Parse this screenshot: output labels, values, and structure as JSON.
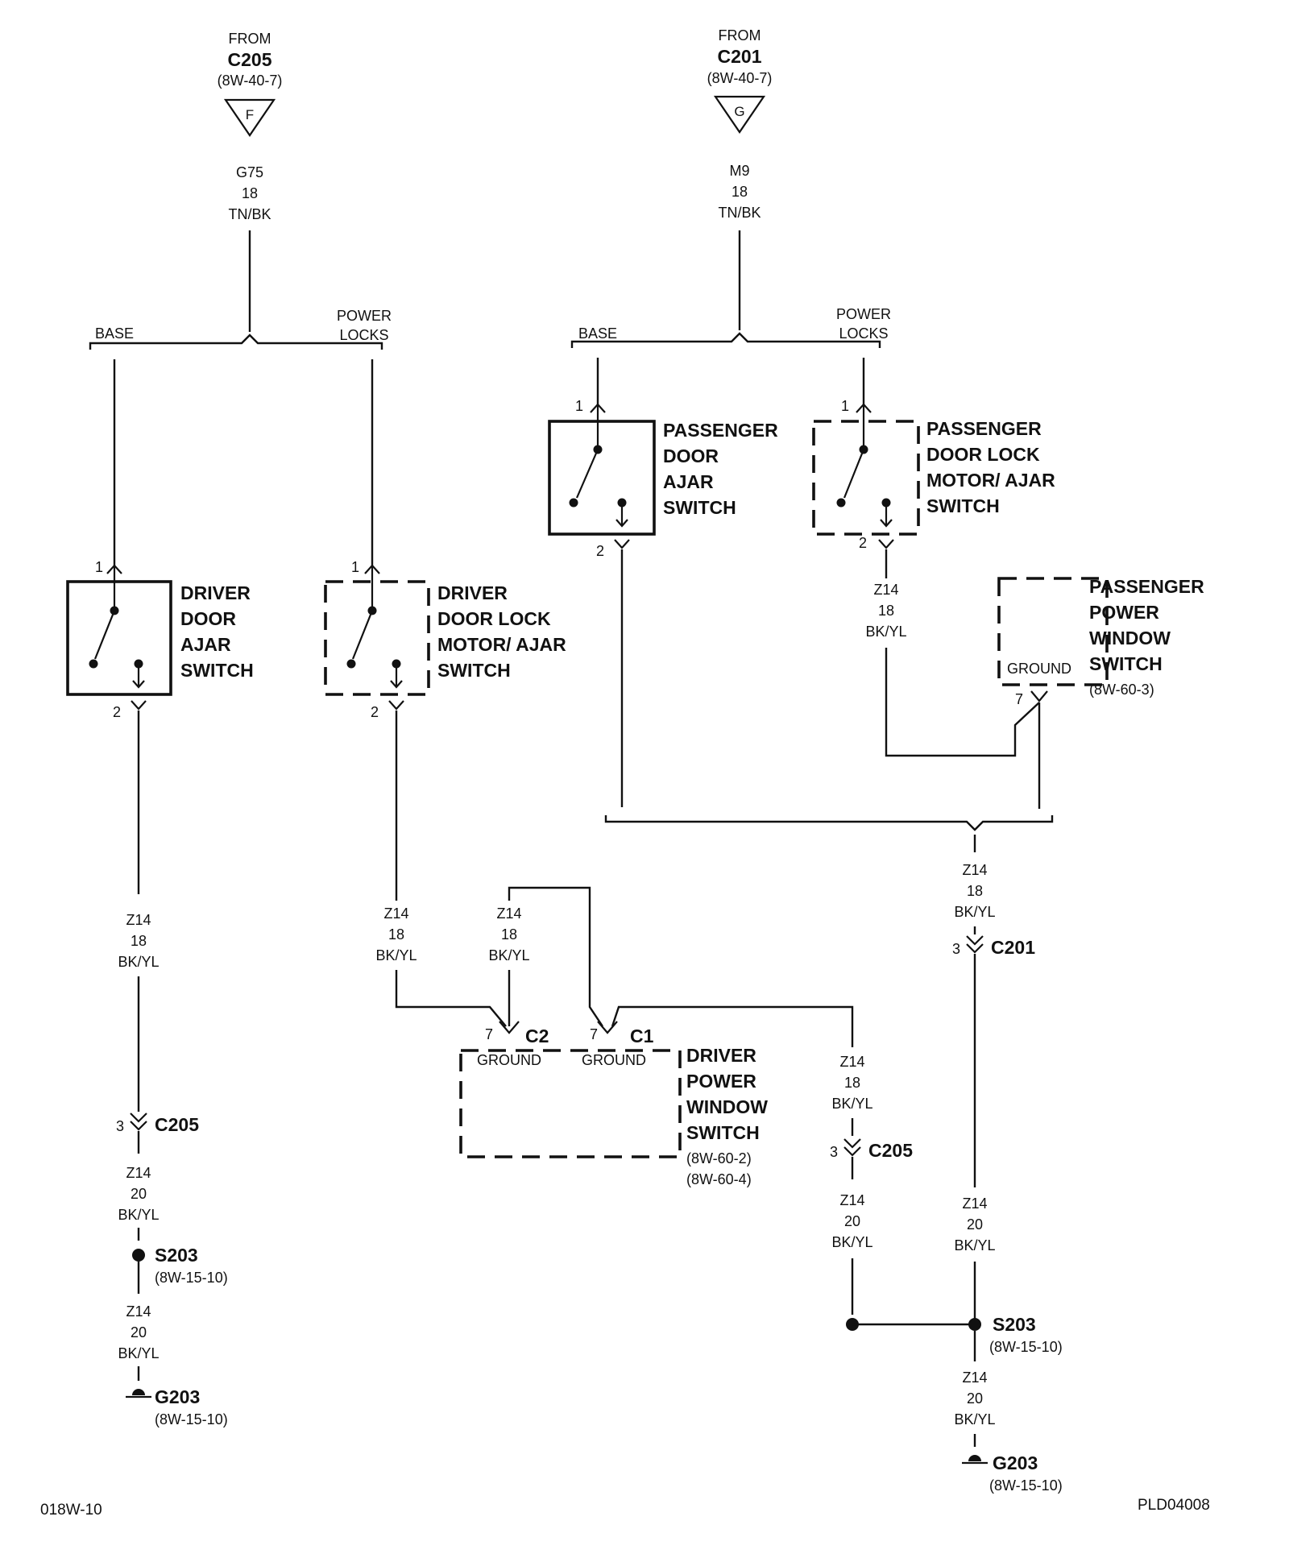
{
  "sources": [
    {
      "from": "FROM",
      "connector": "C205",
      "ref": "(8W-40-7)",
      "pin": "F",
      "circuit": "G75",
      "gauge": "18",
      "color": "TN/BK"
    },
    {
      "from": "FROM",
      "connector": "C201",
      "ref": "(8W-40-7)",
      "pin": "G",
      "circuit": "M9",
      "gauge": "18",
      "color": "TN/BK"
    }
  ],
  "branch_labels": {
    "left_base": "BASE",
    "left_power_1": "POWER",
    "left_power_2": "LOCKS",
    "right_base": "BASE",
    "right_power_1": "POWER",
    "right_power_2": "LOCKS"
  },
  "components": {
    "driver_ajar": {
      "lines": [
        "DRIVER",
        "DOOR",
        "AJAR",
        "SWITCH"
      ],
      "pin_top": "1",
      "pin_bottom": "2"
    },
    "driver_lock": {
      "lines": [
        "DRIVER",
        "DOOR LOCK",
        "MOTOR/ AJAR",
        "SWITCH"
      ],
      "pin_top": "1",
      "pin_bottom": "2"
    },
    "passenger_ajar": {
      "lines": [
        "PASSENGER",
        "DOOR",
        "AJAR",
        "SWITCH"
      ],
      "pin_top": "1",
      "pin_bottom": "2"
    },
    "passenger_lock": {
      "lines": [
        "PASSENGER",
        "DOOR LOCK",
        "MOTOR/ AJAR",
        "SWITCH"
      ],
      "pin_top": "1",
      "pin_bottom": "2"
    },
    "passenger_window": {
      "lines": [
        "PASSENGER",
        "POWER",
        "WINDOW",
        "SWITCH"
      ],
      "ref": "(8W-60-3)",
      "ground": "GROUND",
      "pin": "7"
    },
    "driver_window": {
      "lines": [
        "DRIVER",
        "POWER",
        "WINDOW",
        "SWITCH"
      ],
      "refs": [
        "(8W-60-2)",
        "(8W-60-4)"
      ],
      "ground_c2": "GROUND",
      "ground_c1": "GROUND",
      "pin_c2": "7",
      "conn_c2": "C2",
      "pin_c1": "7",
      "conn_c1": "C1"
    }
  },
  "wires": {
    "w1": [
      "Z14",
      "18",
      "BK/YL"
    ],
    "w2": [
      "Z14",
      "20",
      "BK/YL"
    ],
    "w3": [
      "Z14",
      "20",
      "BK/YL"
    ],
    "w4": [
      "Z14",
      "18",
      "BK/YL"
    ],
    "w5": [
      "Z14",
      "18",
      "BK/YL"
    ],
    "w6": [
      "Z14",
      "18",
      "BK/YL"
    ],
    "w7": [
      "Z14",
      "18",
      "BK/YL"
    ],
    "w8": [
      "Z14",
      "18",
      "BK/YL"
    ],
    "w9": [
      "Z14",
      "20",
      "BK/YL"
    ],
    "w10": [
      "Z14",
      "20",
      "BK/YL"
    ],
    "w11": [
      "Z14",
      "20",
      "BK/YL"
    ]
  },
  "connectors": {
    "c205_left": {
      "pin": "3",
      "name": "C205"
    },
    "c205_mid": {
      "pin": "3",
      "name": "C205"
    },
    "c201_right": {
      "pin": "3",
      "name": "C201"
    }
  },
  "splices": {
    "s203_left": {
      "name": "S203",
      "ref": "(8W-15-10)"
    },
    "s203_right": {
      "name": "S203",
      "ref": "(8W-15-10)"
    }
  },
  "grounds": {
    "g203_left": {
      "name": "G203",
      "ref": "(8W-15-10)"
    },
    "g203_right": {
      "name": "G203",
      "ref": "(8W-15-10)"
    }
  },
  "footer": {
    "left": "018W-10",
    "right": "PLD04008"
  }
}
